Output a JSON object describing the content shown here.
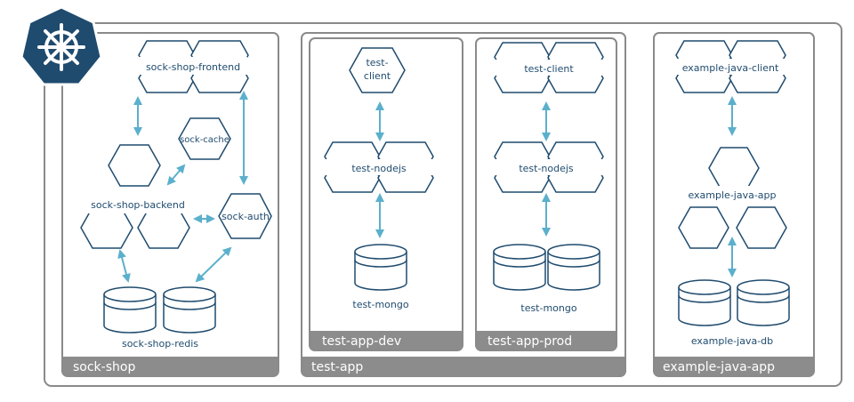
{
  "colors": {
    "brand": "#326ce5",
    "logo": "#1f4b6e",
    "arrow": "#5bb0cc",
    "frame": "#8a8a8a",
    "band": "#8c8c8c",
    "text": "#1f4b6e"
  },
  "logo": {
    "icon": "kubernetes-helm-icon"
  },
  "namespaces": {
    "sock_shop": {
      "band_label": "sock-shop",
      "frontend": "sock-shop-frontend",
      "cache": "sock-cache",
      "backend": "sock-shop-backend",
      "auth": "sock-auth",
      "redis": "sock-shop-redis"
    },
    "test_app": {
      "band_label": "test-app",
      "dev": {
        "band_label": "test-app-dev",
        "client_line1": "test-",
        "client_line2": "client",
        "nodejs": "test-nodejs",
        "mongo": "test-mongo"
      },
      "prod": {
        "band_label": "test-app-prod",
        "client": "test-client",
        "nodejs": "test-nodejs",
        "mongo": "test-mongo"
      }
    },
    "example_java_app": {
      "band_label": "example-java-app",
      "client": "example-java-client",
      "app": "example-java-app",
      "db": "example-java-db"
    }
  }
}
